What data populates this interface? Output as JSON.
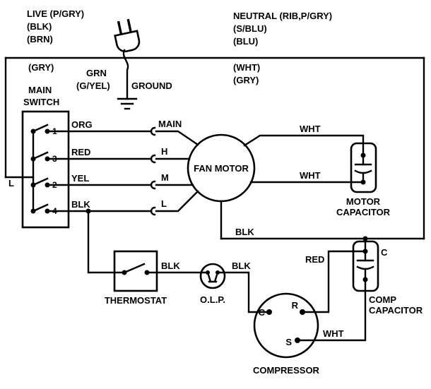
{
  "colors": {
    "line": "#000000",
    "background": "#ffffff"
  },
  "diagram": {
    "supply": {
      "live_label": "LIVE (P/GRY)",
      "live_alt1": "(BLK)",
      "live_alt2": "(BRN)",
      "live_alt3": "(GRY)",
      "neutral_label": "NEUTRAL (RIB,P/GRY)",
      "neutral_alt1": "(S/BLU)",
      "neutral_alt2": "(BLU)",
      "neutral_alt3": "(WHT)",
      "neutral_alt4": "(GRY)",
      "ground_line1": "GRN",
      "ground_line2": "(G/YEL)",
      "ground_line3": "GROUND",
      "line_terminal": "L"
    },
    "main_switch": {
      "label_line1": "MAIN",
      "label_line2": "SWITCH",
      "contacts": [
        "1",
        "3",
        "2",
        "4"
      ]
    },
    "wire_labels": {
      "org": "ORG",
      "red": "RED",
      "yel": "YEL",
      "blk_switch": "BLK",
      "blk_thermostat": "BLK",
      "blk_olp": "BLK",
      "blk_common": "BLK",
      "wht_motor_top": "WHT",
      "wht_motor_bottom": "WHT",
      "red_compressor": "RED",
      "wht_compressor": "WHT"
    },
    "fan_motor": {
      "label": "FAN MOTOR",
      "terminals": [
        "MAIN",
        "H",
        "M",
        "L"
      ]
    },
    "motor_capacitor": {
      "label_line1": "MOTOR",
      "label_line2": "CAPACITOR"
    },
    "comp_capacitor": {
      "label_line1": "COMP",
      "label_line2": "CAPACITOR",
      "terminal": "C"
    },
    "thermostat": {
      "label": "THERMOSTAT"
    },
    "olp": {
      "label": "O.L.P."
    },
    "compressor": {
      "label": "COMPRESSOR",
      "terminals": [
        "C",
        "R",
        "S"
      ]
    }
  }
}
